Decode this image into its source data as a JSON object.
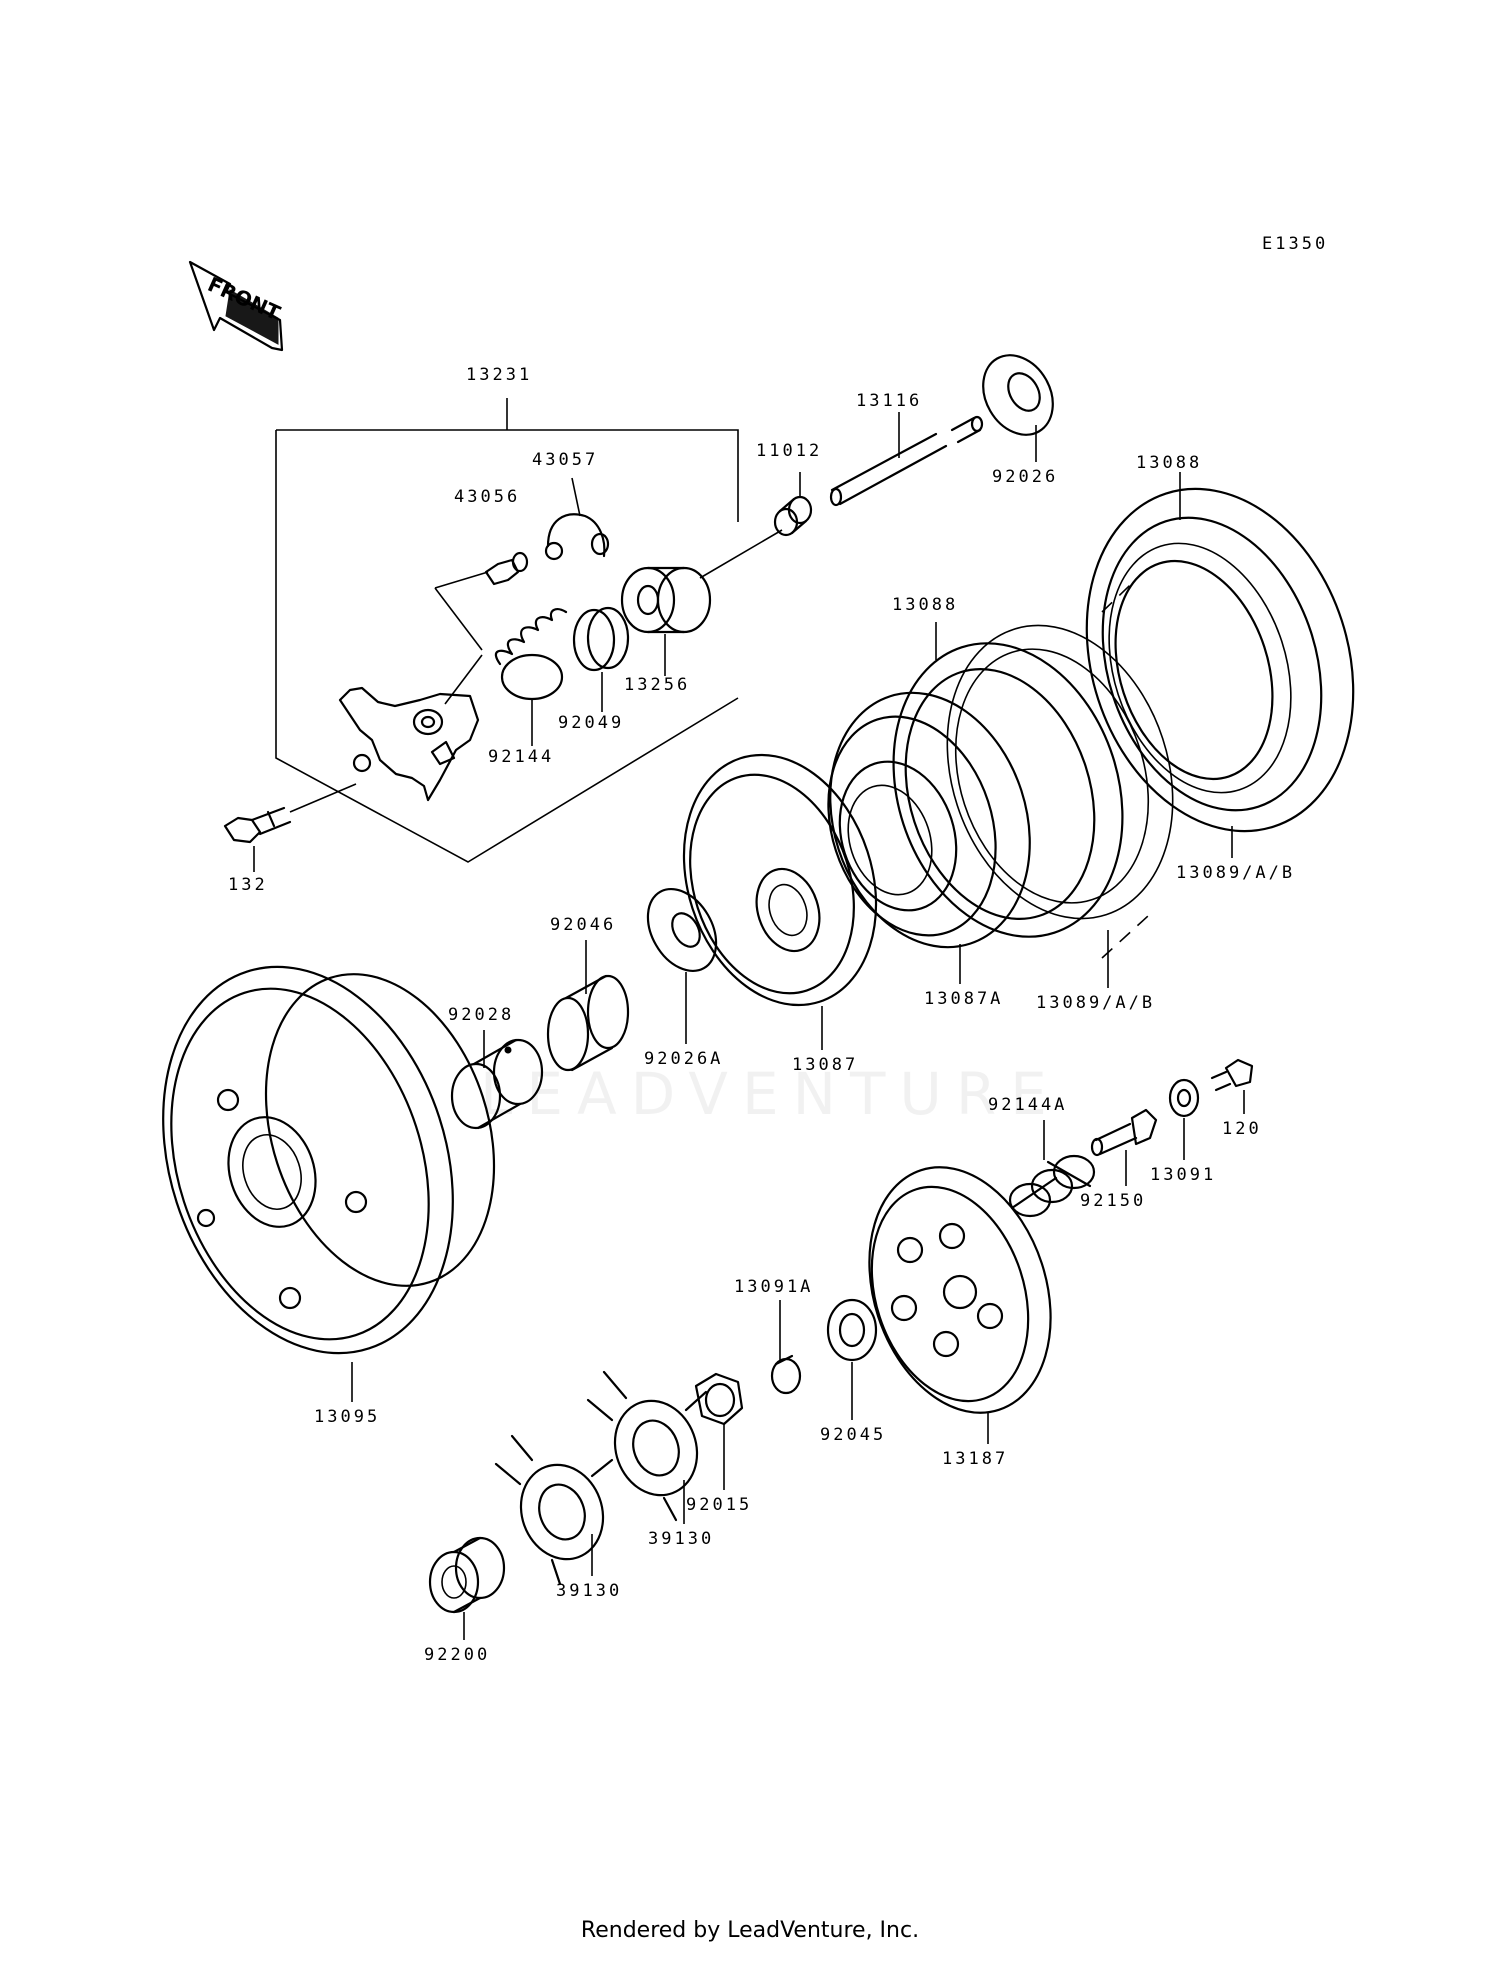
{
  "diagram_code": "E1350",
  "front_label": "FRONT",
  "watermark": "LEADVENTURE",
  "footer": "Rendered by LeadVenture, Inc.",
  "parts": [
    {
      "id": "p13231",
      "label": "13231"
    },
    {
      "id": "p43057",
      "label": "43057"
    },
    {
      "id": "p43056",
      "label": "43056"
    },
    {
      "id": "p92144",
      "label": "92144"
    },
    {
      "id": "p92049",
      "label": "92049"
    },
    {
      "id": "p13256",
      "label": "13256"
    },
    {
      "id": "p132",
      "label": "132"
    },
    {
      "id": "p11012",
      "label": "11012"
    },
    {
      "id": "p13116",
      "label": "13116"
    },
    {
      "id": "p92026",
      "label": "92026"
    },
    {
      "id": "p13088a",
      "label": "13088"
    },
    {
      "id": "p13088b",
      "label": "13088"
    },
    {
      "id": "p13089a",
      "label": "13089/A/B"
    },
    {
      "id": "p13089b",
      "label": "13089/A/B"
    },
    {
      "id": "p13087A",
      "label": "13087A"
    },
    {
      "id": "p92046",
      "label": "92046"
    },
    {
      "id": "p92028",
      "label": "92028"
    },
    {
      "id": "p92026A",
      "label": "92026A"
    },
    {
      "id": "p13087",
      "label": "13087"
    },
    {
      "id": "p92144A",
      "label": "92144A"
    },
    {
      "id": "p120",
      "label": "120"
    },
    {
      "id": "p13091",
      "label": "13091"
    },
    {
      "id": "p92150",
      "label": "92150"
    },
    {
      "id": "p13095",
      "label": "13095"
    },
    {
      "id": "p13091A",
      "label": "13091A"
    },
    {
      "id": "p92045",
      "label": "92045"
    },
    {
      "id": "p13187",
      "label": "13187"
    },
    {
      "id": "p92015",
      "label": "92015"
    },
    {
      "id": "p39130a",
      "label": "39130"
    },
    {
      "id": "p39130b",
      "label": "39130"
    },
    {
      "id": "p92200",
      "label": "92200"
    }
  ]
}
